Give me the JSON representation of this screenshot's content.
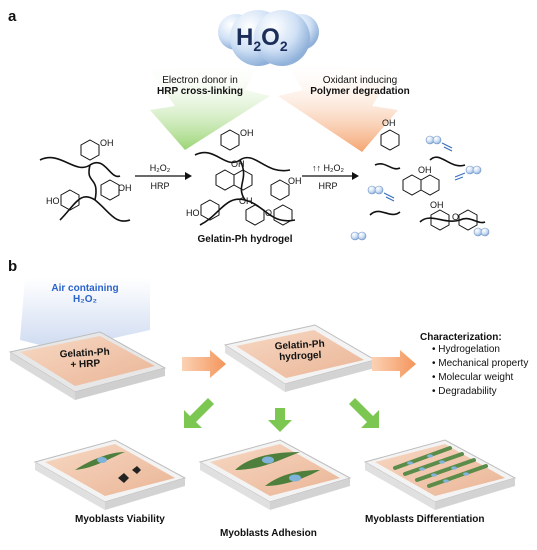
{
  "panel_a": {
    "letter": "a",
    "h2o2_title": {
      "h": "H",
      "sub1": "2",
      "o": "O",
      "sub2": "2"
    },
    "left_caption": {
      "line1": "Electron donor in",
      "line2": "HRP cross-linking"
    },
    "right_caption": {
      "line1": "Oxidant inducing",
      "line2": "Polymer degradation"
    },
    "arrow1": {
      "top": "H₂O₂",
      "bottom": "HRP"
    },
    "arrow2": {
      "top": "↑↑ H₂O₂",
      "bottom": "HRP"
    },
    "hydrogel_label": "Gelatin-Ph hydrogel",
    "oh": "OH",
    "ho": "HO",
    "o": "O"
  },
  "panel_b": {
    "letter": "b",
    "air_label": {
      "line1": "Air containing",
      "line2": "H₂O₂"
    },
    "plate1": {
      "line1": "Gelatin-Ph",
      "line2": "+ HRP"
    },
    "plate2": {
      "line1": "Gelatin-Ph",
      "line2": "hydrogel"
    },
    "characterization": {
      "title": "Characterization:",
      "items": [
        "Hydrogelation",
        "Mechanical property",
        "Molecular weight",
        "Degradability"
      ]
    },
    "bottom_labels": {
      "viability": "Myoblasts Viability",
      "adhesion": "Myoblasts Adhesion",
      "differentiation": "Myoblasts Differentiation"
    }
  },
  "colors": {
    "green_arrow": "#9fd67a",
    "orange_arrow": "#f6a36b",
    "blue_text": "#2a63c9",
    "plate_top": "#f2c9ad",
    "sphere": "#c9dcf3"
  }
}
